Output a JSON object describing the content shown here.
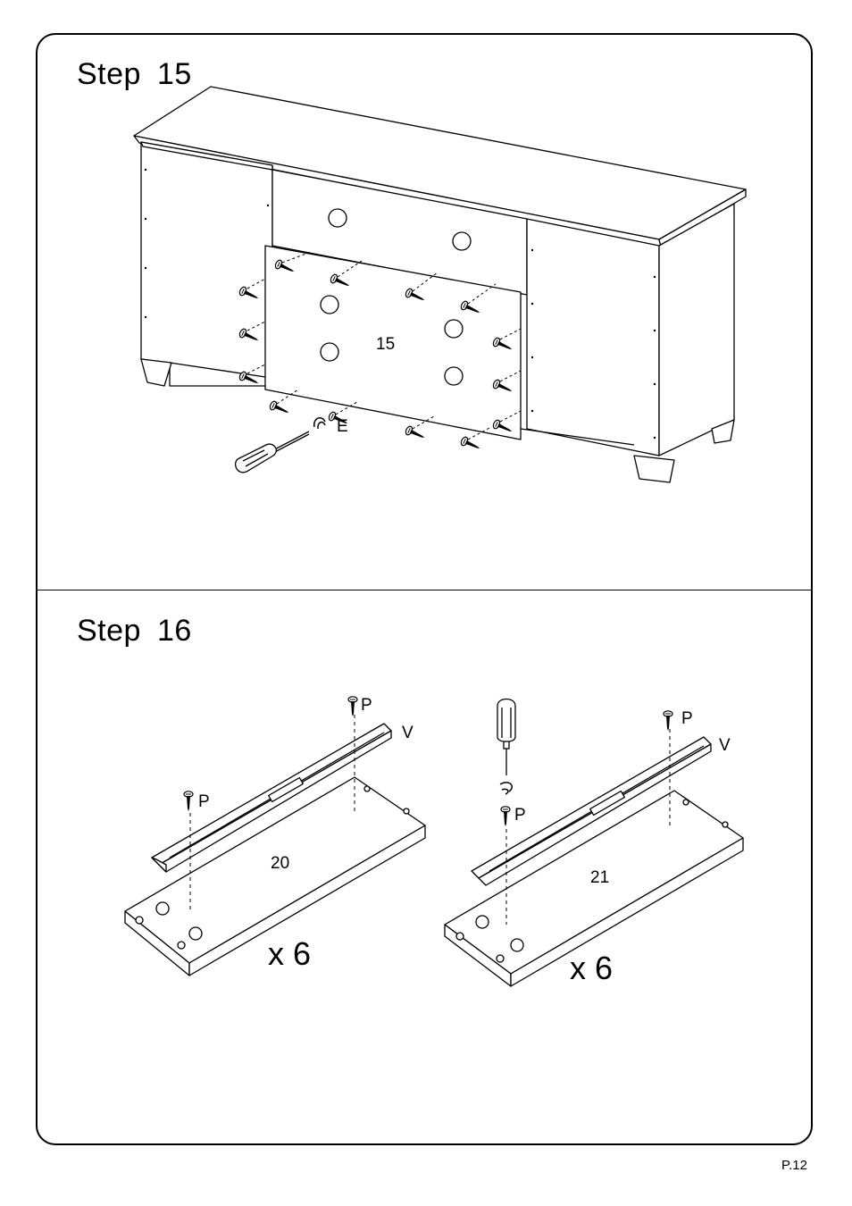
{
  "steps": [
    {
      "label": "Step",
      "number": "15",
      "part_labels": {
        "panel": "15",
        "screw": "E"
      }
    },
    {
      "label": "Step",
      "number": "16",
      "part_labels": {
        "screw_p": "P",
        "rail_v": "V",
        "board_left": "20",
        "board_right": "21",
        "qty_left": "x 6",
        "qty_right": "x 6"
      }
    }
  ],
  "page": "P.12"
}
